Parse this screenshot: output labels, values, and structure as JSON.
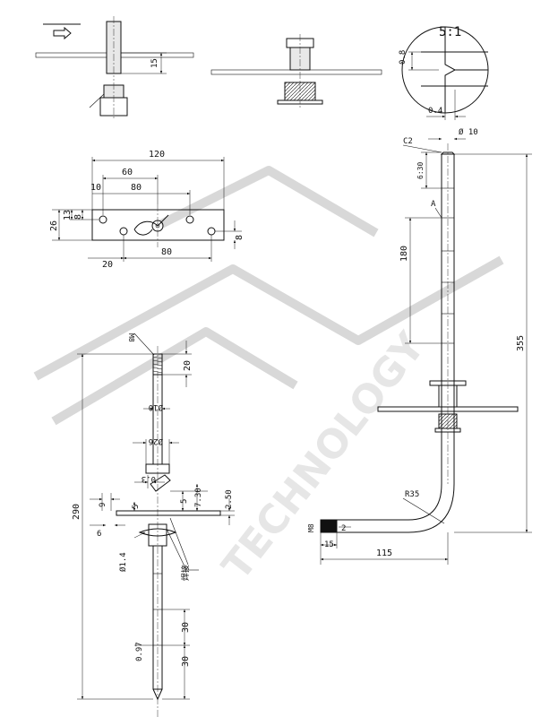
{
  "views": {
    "detail": {
      "scale": "5:1",
      "d_08": "0.8",
      "d_04": "0.4"
    },
    "plate": {
      "d_120": "120",
      "d_60": "60",
      "d_10": "10",
      "d_80_top": "80",
      "d_26": "26",
      "d_13": "13",
      "d_8_left": "8",
      "d_8_right": "8",
      "d_20": "20",
      "d_80_bottom": "80"
    },
    "rod": {
      "thread": "M8",
      "d_290": "290",
      "d_20": "20",
      "dia_10": "Ø10",
      "dia_26": "Ø26",
      "d_03": "0.3",
      "d_9": "9",
      "d_5a": "5",
      "d_5b": "5",
      "d_730": "7.30",
      "d_250": "2.50",
      "d_6": "6",
      "dia_14": "Ø1.4",
      "weld": "焊接",
      "d_30a": "30",
      "d_097": "0.97",
      "d_30b": "30"
    },
    "bent": {
      "c2": "C2",
      "dia_10": "Ø 10",
      "d_630": "6:30",
      "label_a": "A",
      "d_180": "180",
      "d_355": "355",
      "r35": "R35",
      "thread": "M8",
      "d_2": "2",
      "d_15": "15",
      "d_115": "115"
    },
    "misc": {
      "d_15_top": "15"
    },
    "watermark": {
      "text": "TECHNOLOGY"
    }
  }
}
